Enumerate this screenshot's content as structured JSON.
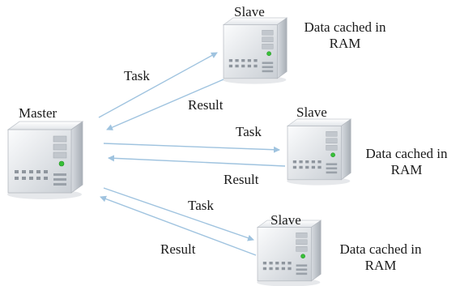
{
  "master": {
    "label": "Master"
  },
  "slaves": [
    {
      "label": "Slave",
      "note_line1": "Data cached in",
      "note_line2": "RAM",
      "task_label": "Task",
      "result_label": "Result"
    },
    {
      "label": "Slave",
      "note_line1": "Data cached in",
      "note_line2": "RAM",
      "task_label": "Task",
      "result_label": "Result"
    },
    {
      "label": "Slave",
      "note_line1": "Data cached in",
      "note_line2": "RAM",
      "task_label": "Task",
      "result_label": "Result"
    }
  ],
  "colors": {
    "arrow": "#9fc3df",
    "server_light": "#f2f4f6",
    "server_dark": "#b9bec5",
    "led": "#38c038"
  }
}
